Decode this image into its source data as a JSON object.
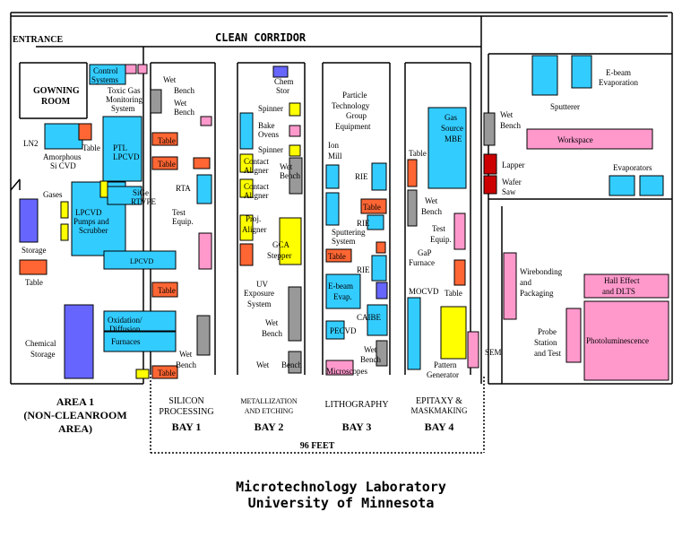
{
  "colors": {
    "cyan": "#33ccff",
    "pink": "#ff99cc",
    "orange": "#ff6633",
    "yellow": "#ffff00",
    "gray": "#999999",
    "blue": "#6666ff",
    "red": "#cc0000",
    "line": "#000000"
  },
  "labels": {
    "entrance": "ENTRANCE",
    "clean_corridor": "CLEAN CORRIDOR",
    "gowning_room_1": "GOWNING",
    "gowning_room_2": "ROOM",
    "control_systems_1": "Control",
    "control_systems_2": "Systems",
    "toxic_gas_1": "Toxic Gas",
    "toxic_gas_2": "Monitoring",
    "toxic_gas_3": "System",
    "wet_bench_1": "Wet",
    "wet_bench_2": "Bench",
    "wet_bench_b": "Wet",
    "wet_bench_c": "Bench",
    "ln2": "LN2",
    "table": "Table",
    "amorphous_1": "Amorphous",
    "amorphous_2": "Si CVD",
    "ptl_1": "PTL",
    "ptl_2": "LPCVD",
    "gases": "Gases",
    "sige_1": "SiGe",
    "sige_2": "RTVPE",
    "rta": "RTA",
    "lpcvd_pumps_1": "LPCVD",
    "lpcvd_pumps_2": "Pumps and",
    "lpcvd_pumps_3": "Scrubber",
    "test_equip_1": "Test",
    "test_equip_2": "Equip.",
    "storage": "Storage",
    "lpcvd": "LPCVD",
    "oxidation_1": "Oxidation/",
    "oxidation_2": "Diffusion",
    "furnaces": "Furnaces",
    "chemical_storage_1": "Chemical",
    "chemical_storage_2": "Storage",
    "chem_stor_1": "Chem",
    "chem_stor_2": "Stor",
    "spinner": "Spinner",
    "bake_ovens_1": "Bake",
    "bake_ovens_2": "Ovens",
    "contact_aligner_1": "Contact",
    "contact_aligner_2": "Aligner",
    "proj_aligner_1": "Proj.",
    "proj_aligner_2": "Aligner",
    "gca_1": "GCA",
    "gca_2": "Stepper",
    "uv_1": "UV",
    "uv_2": "Exposure",
    "uv_3": "System",
    "particle_1": "Particle",
    "particle_2": "Technology",
    "particle_3": "Group",
    "particle_4": "Equipment",
    "ion_mill_1": "Ion",
    "ion_mill_2": "Mill",
    "rie": "RIE",
    "sputtering_1": "Sputtering",
    "sputtering_2": "System",
    "ebeam_evap_1": "E-beam",
    "ebeam_evap_2": "Evap.",
    "caibe": "CAIBE",
    "pecvd": "PECVD",
    "microscopes": "Microscopes",
    "gas_source_1": "Gas",
    "gas_source_2": "Source",
    "gas_source_3": "MBE",
    "gap_1": "GaP",
    "gap_2": "Furnace",
    "mocvd": "MOCVD",
    "pattern_1": "Pattern",
    "pattern_2": "Generator",
    "sem": "SEM",
    "sputterer": "Sputterer",
    "ebeam_evaporation_1": "E-beam",
    "ebeam_evaporation_2": "Evaporation",
    "workspace": "Workspace",
    "lapper": "Lapper",
    "wafer_saw_1": "Wafer",
    "wafer_saw_2": "Saw",
    "evaporators": "Evaporators",
    "wirebonding_1": "Wirebonding",
    "wirebonding_2": "and",
    "wirebonding_3": "Packaging",
    "hall_1": "Hall Effect",
    "hall_2": "and DLTS",
    "probe_1": "Probe",
    "probe_2": "Station",
    "probe_3": "and Test",
    "photolum": "Photoluminescence",
    "area1_1": "AREA 1",
    "area1_2": "(NON-CLEANROOM",
    "area1_3": "AREA)",
    "silicon_1": "SILICON",
    "silicon_2": "PROCESSING",
    "metal_1": "METALLIZATION",
    "metal_2": "AND ETCHING",
    "litho": "LITHOGRAPHY",
    "epi_1": "EPITAXY &",
    "epi_2": "MASKMAKING",
    "bay1": "BAY 1",
    "bay2": "BAY 2",
    "bay3": "BAY 3",
    "bay4": "BAY 4",
    "feet": "96 FEET"
  },
  "title": {
    "line1": "Microtechnology Laboratory",
    "line2": "University of Minnesota"
  }
}
